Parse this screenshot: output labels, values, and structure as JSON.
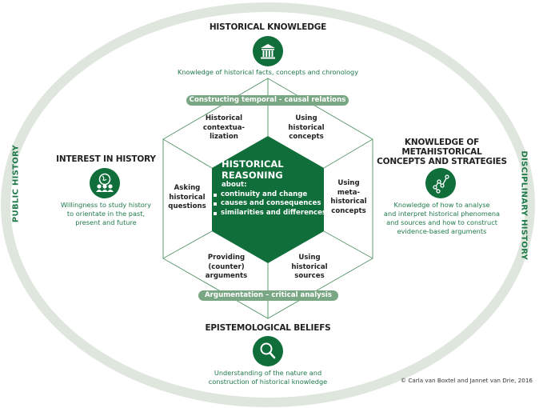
{
  "colors": {
    "dark_green": "#0f6e3a",
    "mid_green": "#79a683",
    "light_ring": "#dfe6dd",
    "text_green": "#1f7a4a",
    "line_green": "#5f9a72"
  },
  "ring": {
    "left_label": "PUBLIC HISTORY",
    "right_label": "DISCIPLINARY HISTORY"
  },
  "top": {
    "heading": "HISTORICAL KNOWLEDGE",
    "icon": "museum-icon",
    "description": "Knowledge of historical facts, concepts and chronology"
  },
  "left": {
    "heading": "INTEREST IN HISTORY",
    "icon": "globe-people-icon",
    "description_lines": [
      "Willingness to study history",
      "to orientate in the past,",
      "present and future"
    ]
  },
  "right": {
    "heading_lines": [
      "KNOWLEDGE OF",
      "METAHISTORICAL",
      "CONCEPTS AND STRATEGIES"
    ],
    "icon": "network-nodes-icon",
    "description_lines": [
      "Knowledge of how to analyse",
      "and interpret historical phenomena",
      "and sources and how to construct",
      "evidence-based arguments"
    ]
  },
  "bottom": {
    "heading": "EPISTEMOLOGICAL BELIEFS",
    "icon": "magnifier-icon",
    "description_lines": [
      "Understanding of the nature and",
      "construction of historical knowledge"
    ]
  },
  "pills": {
    "top": "Constructing temporal - causal relations",
    "bottom": "Argumentation – critical analysis"
  },
  "hexagon_cells": {
    "top_left": [
      "Historical",
      "contextua-",
      "lization"
    ],
    "top_right": [
      "Using",
      "historical",
      "concepts"
    ],
    "left": [
      "Asking",
      "historical",
      "questions"
    ],
    "right": [
      "Using",
      "meta-",
      "historical",
      "concepts"
    ],
    "bottom_left": [
      "Providing",
      "(counter)",
      "arguments"
    ],
    "bottom_right": [
      "Using",
      "historical",
      "sources"
    ]
  },
  "center": {
    "title_lines": [
      "HISTORICAL",
      "REASONING"
    ],
    "about": "about:",
    "bullets": [
      "continuity and change",
      "causes and consequences",
      "similarities and differences"
    ]
  },
  "copyright": "© Carla van Boxtel and Jannet van Drie, 2016"
}
